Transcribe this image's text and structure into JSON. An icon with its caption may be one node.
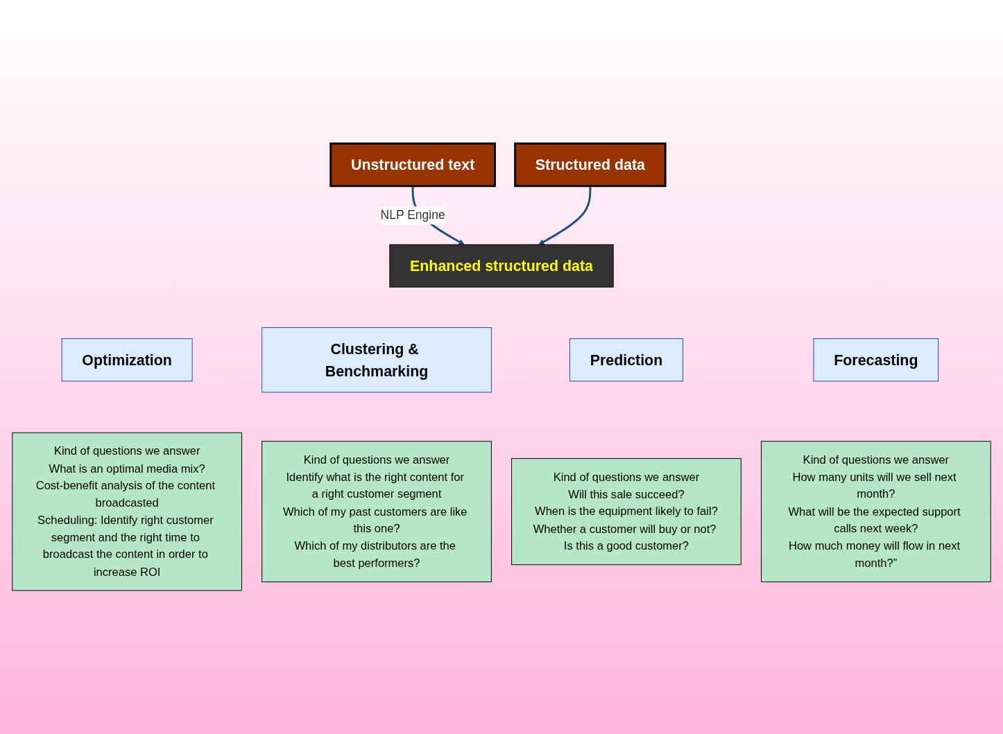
{
  "diagram": {
    "nodes": [
      {
        "text": [
          "Unstructured text"
        ]
      },
      {
        "text": [
          "Structured data"
        ]
      },
      {
        "text": [
          "Enhanced structured data"
        ]
      },
      {
        "text": [
          "Optimization"
        ]
      },
      {
        "text": [
          "Clustering & Benchmarking"
        ]
      },
      {
        "text": [
          "Prediction"
        ]
      },
      {
        "text": [
          "Forecasting"
        ]
      },
      {
        "text": [
          "Kind of questions we answer",
          "What is an optimal media mix?",
          "Cost-benefit analysis of the content broadcasted",
          "Scheduling: Identify right customer segment and the right time to broadcast the content in order to increase ROI"
        ]
      },
      {
        "text": [
          "Kind of questions we answer",
          "Identify what is the right content for a right customer segment",
          "Which of my past customers are like this one?",
          "Which of my distributors are the best performers?"
        ]
      },
      {
        "text": [
          "Kind of questions we answer",
          "Will this sale succeed?",
          "When is the equipment likely to fail?",
          "Whether a customer will buy or not? Is this a good customer?"
        ]
      },
      {
        "text": [
          "Kind of questions we answer",
          "How many units will we sell next month?",
          "What will be the expected support calls next week?",
          "How much money will flow in next month?”"
        ]
      }
    ],
    "edges": [
      {
        "from": 0,
        "to": 2,
        "arrow": "to",
        "label": "NLP Engine"
      },
      {
        "from": 1,
        "to": 2,
        "arrow": "to"
      }
    ]
  }
}
